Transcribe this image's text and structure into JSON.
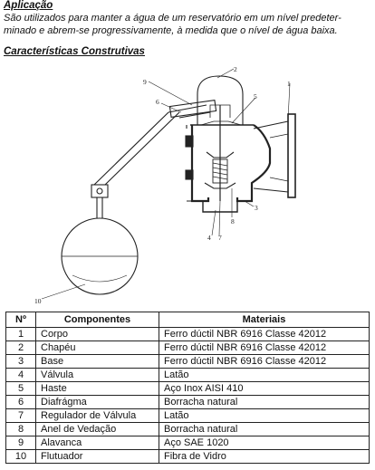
{
  "sections": {
    "application": {
      "heading": "Aplicação",
      "line1": "São utilizados para manter a água de um reservatório em um nível predeter-",
      "line2": "minado e abrem-se progressivamente, à medida que o nível de água baixa."
    },
    "construction": {
      "heading": "Características Construtivas"
    }
  },
  "diagram": {
    "callouts": [
      "1",
      "2",
      "3",
      "4",
      "5",
      "6",
      "7",
      "8",
      "9",
      "10"
    ]
  },
  "table": {
    "headers": [
      "Nº",
      "Componentes",
      "Materiais"
    ],
    "rows": [
      {
        "n": "1",
        "component": "Corpo",
        "material": "Ferro dúctil NBR 6916 Classe 42012"
      },
      {
        "n": "2",
        "component": "Chapéu",
        "material": "Ferro dúctil NBR 6916 Classe 42012"
      },
      {
        "n": "3",
        "component": "Base",
        "material": "Ferro dúctil NBR 6916 Classe 42012"
      },
      {
        "n": "4",
        "component": "Válvula",
        "material": "Latão"
      },
      {
        "n": "5",
        "component": "Haste",
        "material": "Aço Inox AISI 410"
      },
      {
        "n": "6",
        "component": "Diafrágma",
        "material": "Borracha natural"
      },
      {
        "n": "7",
        "component": "Regulador de Válvula",
        "material": "Latão"
      },
      {
        "n": "8",
        "component": "Anel de Vedação",
        "material": "Borracha natural"
      },
      {
        "n": "9",
        "component": "Alavanca",
        "material": "Aço SAE 1020"
      },
      {
        "n": "10",
        "component": "Flutuador",
        "material": "Fibra de Vidro"
      }
    ]
  }
}
